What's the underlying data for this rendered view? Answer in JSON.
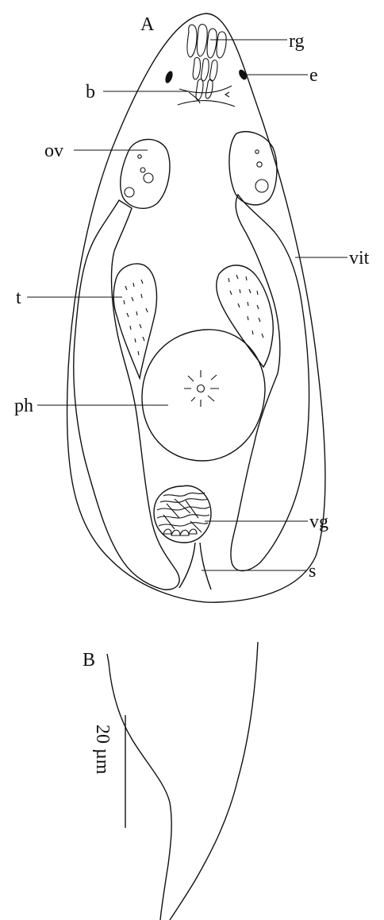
{
  "panel_a": {
    "label": "A",
    "structures": [
      {
        "id": "rg",
        "label": "rg"
      },
      {
        "id": "e",
        "label": "e"
      },
      {
        "id": "b",
        "label": "b"
      },
      {
        "id": "ov",
        "label": "ov"
      },
      {
        "id": "vit",
        "label": "vit"
      },
      {
        "id": "t",
        "label": "t"
      },
      {
        "id": "ph",
        "label": "ph"
      },
      {
        "id": "vg",
        "label": "vg"
      },
      {
        "id": "s",
        "label": "s"
      }
    ]
  },
  "panel_b": {
    "label": "B",
    "scale_bar": "20 µm"
  }
}
